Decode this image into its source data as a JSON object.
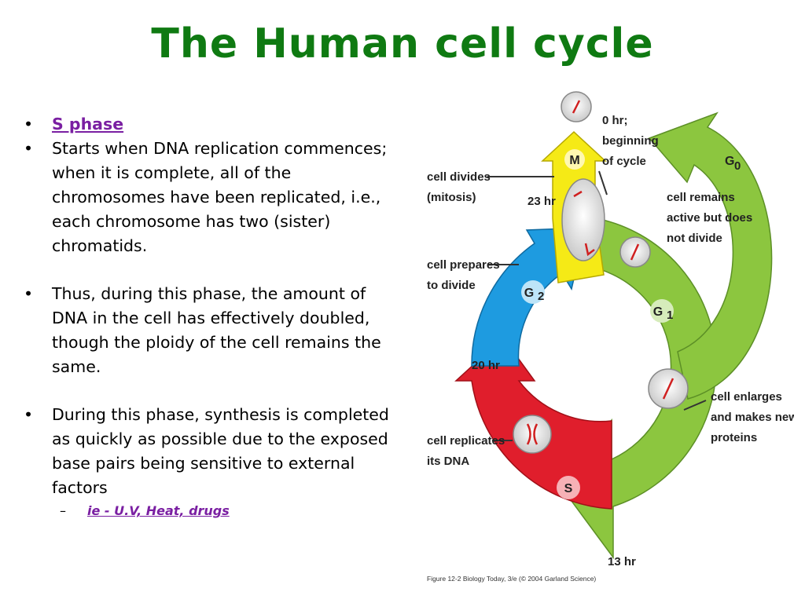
{
  "title": "The Human cell cycle",
  "bullets": {
    "heading": "S phase",
    "b1": "Starts when DNA replication commences; when it is complete, all of the chromosomes have been replicated, i.e., each chromosome has two (sister) chromatids.",
    "b2": "Thus, during this phase, the amount of DNA in the cell has effectively doubled, though the ploidy of the cell remains the same.",
    "b3": "During this phase, synthesis is completed as quickly as possible due to the exposed base pairs being sensitive to external factors",
    "sub": "ie -  U.V, Heat, drugs",
    "bullet_char": "•",
    "dash_char": "–"
  },
  "figure": {
    "phases": {
      "m": "M",
      "g2": "G",
      "g2_sub": "2",
      "s": "S",
      "g1": "G",
      "g1_sub": "1",
      "g0": "G",
      "g0_sub": "0"
    },
    "times": {
      "t0_line1": "0 hr;",
      "t0_line2": "beginning",
      "t0_line3": "of cycle",
      "t23": "23 hr",
      "t20": "20 hr",
      "t13": "13 hr"
    },
    "labels": {
      "divides_1": "cell divides",
      "divides_2": "(mitosis)",
      "prepares_1": "cell prepares",
      "prepares_2": "to divide",
      "replicates_1": "cell replicates",
      "replicates_2": "its DNA",
      "active_1": "cell remains",
      "active_2": "active but does",
      "active_3": "not divide",
      "enlarges_1": "cell enlarges",
      "enlarges_2": "and makes new",
      "enlarges_3": "proteins"
    },
    "credit": "Figure 12-2 Biology Today, 3/e (© 2004 Garland Science)",
    "colors": {
      "m": "#f5ea16",
      "g2": "#1e9be0",
      "s": "#e01e2c",
      "g1": "#8cc63f",
      "title": "#0f7a12",
      "link": "#7a1fa2"
    }
  }
}
